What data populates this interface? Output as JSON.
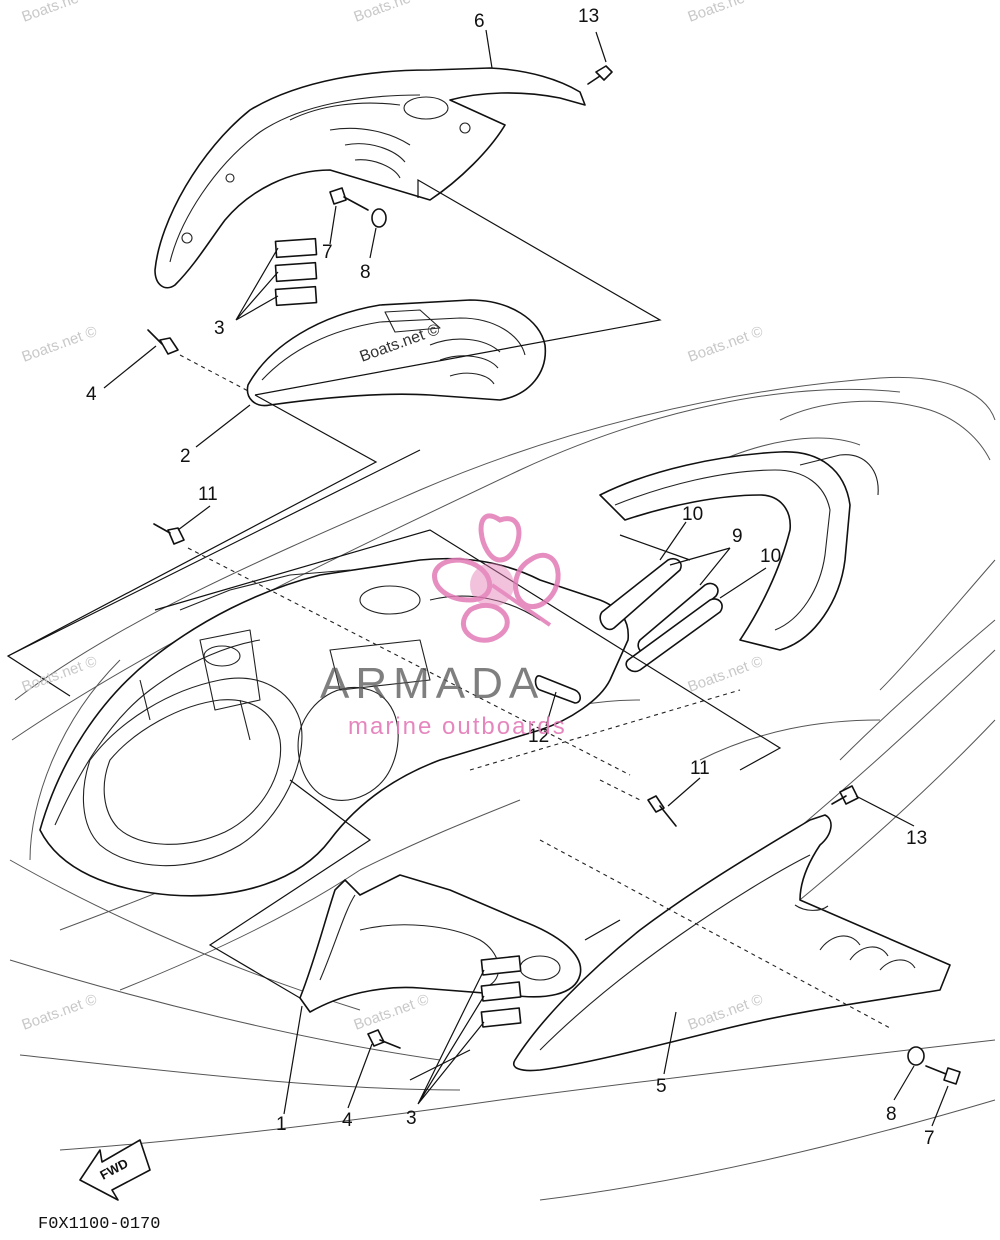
{
  "diagram": {
    "figure_code": "F0X1100-0170",
    "fwd_label": "FWD",
    "brand": {
      "name": "ARMADA",
      "tagline": "marine outboards",
      "accent_color": "#e37bb7"
    },
    "watermark": "Boats.net ©",
    "watermark_corner": "Boats.ne",
    "callouts": [
      {
        "id": "c13a",
        "label": "13"
      },
      {
        "id": "c6",
        "label": "6"
      },
      {
        "id": "c7a",
        "label": "7"
      },
      {
        "id": "c8a",
        "label": "8"
      },
      {
        "id": "c3a",
        "label": "3"
      },
      {
        "id": "c4a",
        "label": "4"
      },
      {
        "id": "c2",
        "label": "2"
      },
      {
        "id": "c11a",
        "label": "11"
      },
      {
        "id": "c10a",
        "label": "10"
      },
      {
        "id": "c9",
        "label": "9"
      },
      {
        "id": "c10b",
        "label": "10"
      },
      {
        "id": "c12",
        "label": "12"
      },
      {
        "id": "c11b",
        "label": "11"
      },
      {
        "id": "c13b",
        "label": "13"
      },
      {
        "id": "c1",
        "label": "1"
      },
      {
        "id": "c4b",
        "label": "4"
      },
      {
        "id": "c3b",
        "label": "3"
      },
      {
        "id": "c5",
        "label": "5"
      },
      {
        "id": "c8b",
        "label": "8"
      },
      {
        "id": "c7b",
        "label": "7"
      }
    ]
  }
}
